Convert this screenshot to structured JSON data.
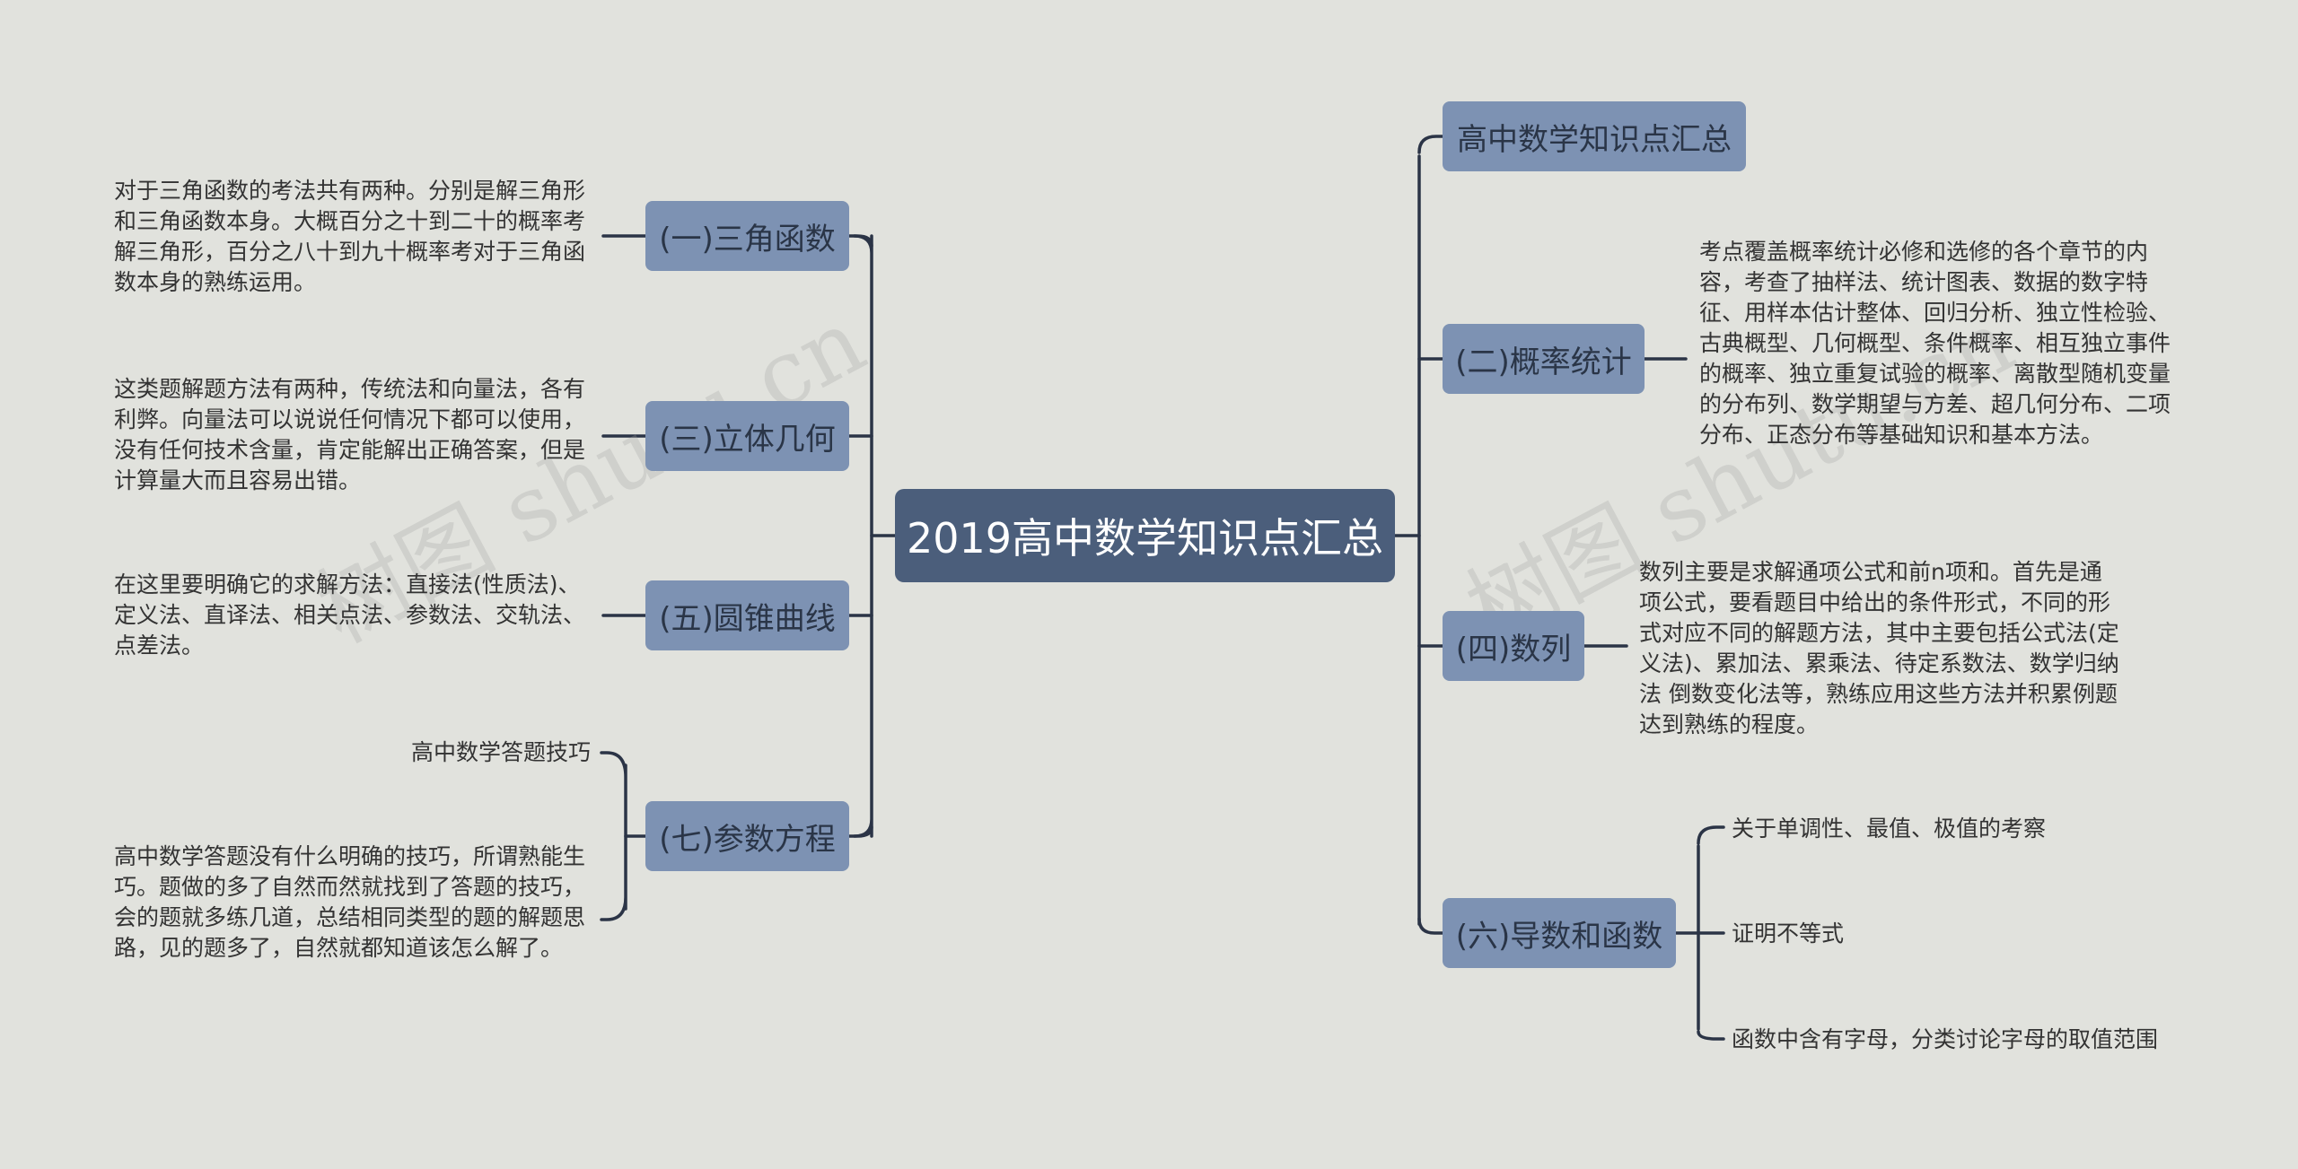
{
  "root": {
    "label": "2019高中数学知识点汇总"
  },
  "left_branches": [
    {
      "label": "(一)三角函数",
      "details": [
        "对于三角函数的考法共有两种。分别是解三角形和三角函数本身。大概百分之十到二十的概率考解三角形，百分之八十到九十概率考对于三角函数本身的熟练运用。"
      ]
    },
    {
      "label": "(三)立体几何",
      "details": [
        "这类题解题方法有两种，传统法和向量法，各有利弊。向量法可以说说任何情况下都可以使用，没有任何技术含量，肯定能解出正确答案，但是计算量大而且容易出错。"
      ]
    },
    {
      "label": "(五)圆锥曲线",
      "details": [
        "在这里要明确它的求解方法：直接法(性质法)、定义法、直译法、相关点法、参数法、交轨法、点差法。"
      ]
    },
    {
      "label": "(七)参数方程",
      "details": [
        "高中数学答题技巧",
        "高中数学答题没有什么明确的技巧，所谓熟能生巧。题做的多了自然而然就找到了答题的技巧，会的题就多练几道，总结相同类型的题的解题思路，见的题多了，自然就都知道该怎么解了。"
      ]
    }
  ],
  "right_branches": [
    {
      "label": "高中数学知识点汇总",
      "details": []
    },
    {
      "label": "(二)概率统计",
      "details": [
        "考点覆盖概率统计必修和选修的各个章节的内容，考查了抽样法、统计图表、数据的数字特征、用样本估计整体、回归分析、独立性检验、古典概型、几何概型、条件概率、相互独立事件的概率、独立重复试验的概率、离散型随机变量的分布列、数学期望与方差、超几何分布、二项分布、正态分布等基础知识和基本方法。"
      ]
    },
    {
      "label": "(四)数列",
      "details": [
        "数列主要是求解通项公式和前n项和。首先是通项公式，要看题目中给出的条件形式，不同的形式对应不同的解题方法，其中主要包括公式法(定义法)、累加法、累乘法、待定系数法、数学归纳法 倒数变化法等，熟练应用这些方法并积累例题达到熟练的程度。"
      ]
    },
    {
      "label": "(六)导数和函数",
      "details": [
        "关于单调性、最值、极值的考察",
        "证明不等式",
        "函数中含有字母，分类讨论字母的取值范围"
      ]
    }
  ],
  "watermarks": [
    "树图 shutu.cn",
    "树图 shutu.cn"
  ],
  "colors": {
    "background": "#e1e2dd",
    "root": "#4b5e7b",
    "branch": "#7d92b3",
    "line": "#2b3446",
    "text": "#333333"
  }
}
